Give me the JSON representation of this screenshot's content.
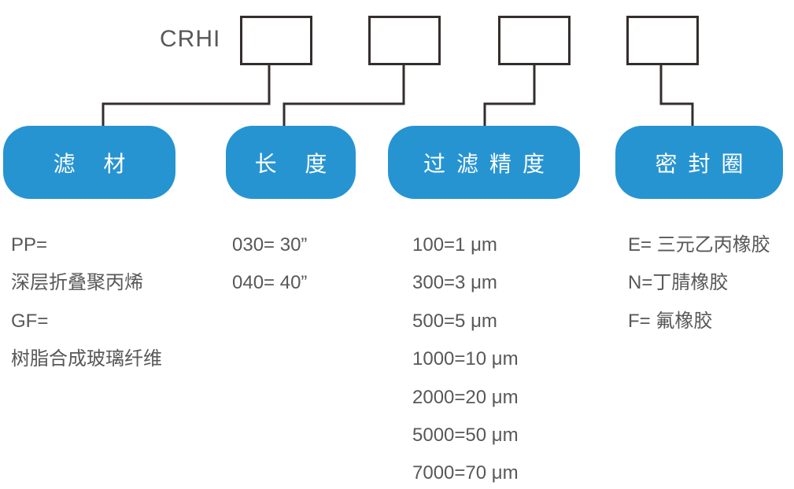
{
  "diagram": {
    "prefix": "CRHI",
    "colors": {
      "accent": "#2794d2",
      "line": "#332e2c",
      "text": "#595757",
      "pill_text": "#ffffff",
      "background": "#ffffff"
    },
    "categories": [
      {
        "id": "filter-media",
        "label": "滤 材",
        "options": [
          "PP=",
          "深层折叠聚丙烯",
          "GF=",
          "树脂合成玻璃纤维"
        ]
      },
      {
        "id": "length",
        "label": "长 度",
        "options": [
          "030= 30”",
          "040= 40”"
        ]
      },
      {
        "id": "filtration-rating",
        "label": "过滤精度",
        "options": [
          "100=1 μm",
          "300=3 μm",
          "500=5 μm",
          "1000=10 μm",
          "2000=20 μm",
          "5000=50 μm",
          "7000=70 μm"
        ]
      },
      {
        "id": "seal-ring",
        "label": "密封圈",
        "options": [
          "E= 三元乙丙橡胶",
          "N=丁腈橡胶",
          "F= 氟橡胶"
        ]
      }
    ]
  }
}
